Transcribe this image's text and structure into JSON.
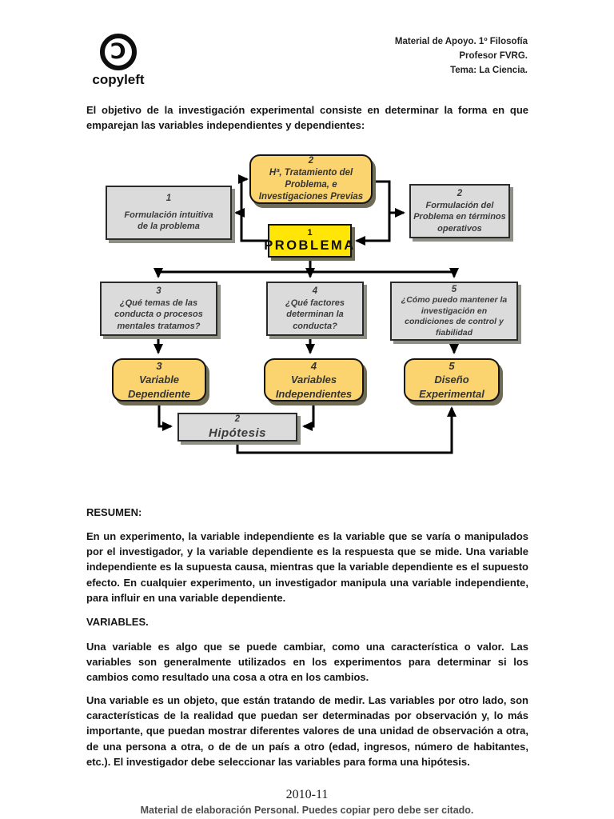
{
  "header": {
    "logo_symbol": "Ɔ",
    "logo_text": "copyleft",
    "right_lines": [
      "Material de Apoyo. 1º Filosofía",
      "Profesor FVRG.",
      "Tema: La Ciencia."
    ]
  },
  "intro": "El objetivo de la investigación experimental consiste en determinar la forma en que emparejan las variables independientes y dependientes:",
  "diagram": {
    "boxes": {
      "tratamiento": {
        "number": "2",
        "label": "Hª, Tratamiento del\nProblema, e\nInvestigaciones Previas"
      },
      "formulacion_intuitiva": {
        "number": "1",
        "label": "Formulación intuitiva\nde la problema"
      },
      "formulacion_operativa": {
        "number": "2",
        "label": "Formulación del\nProblema en términos\noperativos"
      },
      "problema": {
        "number": "1",
        "label": "PROBLEMA"
      },
      "q_temas": {
        "number": "3",
        "label": "¿Qué  temas de las\nconducta o procesos\nmentales tratamos?"
      },
      "q_factores": {
        "number": "4",
        "label": "¿Qué factores\ndeterminan la\nconducta?"
      },
      "q_control": {
        "number": "5",
        "label": "¿Cómo puedo mantener la\ninvestigación en\ncondiciones de control y\nfiabilidad"
      },
      "variable_dependiente": {
        "number": "3",
        "label": "Variable\nDependiente"
      },
      "variables_independientes": {
        "number": "4",
        "label": "Variables\nIndependientes"
      },
      "diseno_experimental": {
        "number": "5",
        "label": "Diseño\nExperimental"
      },
      "hipotesis": {
        "number": "2",
        "label": "Hipótesis"
      }
    },
    "colors": {
      "rounded_box_fill": "#fbd470",
      "problema_fill": "#ffe606",
      "gray_box_fill": "#dbdbdb",
      "line_color": "#000000"
    }
  },
  "resumen": {
    "heading": "RESUMEN:",
    "body": "En un experimento, la variable independiente es la variable que se varía o manipulados por el investigador, y la variable dependiente es la respuesta que se mide.  Una variable independiente es la supuesta causa, mientras que la variable dependiente es el supuesto efecto. En cualquier experimento, un investigador manipula una variable independiente, para influir en una variable dependiente."
  },
  "variables": {
    "heading": "VARIABLES.",
    "p1": "Una variable es algo que se puede cambiar, como una característica o valor. Las variables son generalmente utilizados en los experimentos para determinar si los cambios como resultado una cosa a otra en los cambios.",
    "p2": "Una variable es un objeto, que están tratando de medir. Las variables por otro lado, son características de la realidad que puedan ser determinadas por observación y, lo más importante, que puedan mostrar diferentes valores de una unidad de observación a otra, de una persona a otra, o de de un país a otro (edad, ingresos, número de habitantes, etc.). El investigador debe seleccionar las variables para forma una hipótesis."
  },
  "footer": {
    "year": "2010-11",
    "note": "Material de elaboración Personal. Puedes copiar pero debe ser citado."
  }
}
